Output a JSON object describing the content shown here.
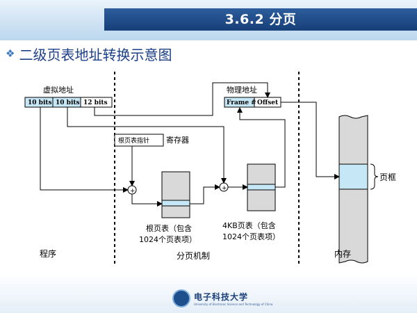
{
  "slide": {
    "title": "3.6.2 分页",
    "subtitle": "二级页表地址转换示意图"
  },
  "diagram": {
    "virtual_address_label": "虚拟地址",
    "virtual_fields": [
      "10 bits",
      "10 bits",
      "12 bits"
    ],
    "physical_address_label": "物理地址",
    "physical_fields": [
      "Frame #",
      "Offset"
    ],
    "root_pointer_label": "根页表指针",
    "register_label": "寄存器",
    "root_table_label_line1": "根页表（包含",
    "root_table_label_line2": "1024个页表项）",
    "page_table_label_line1": "4KB页表（包含",
    "page_table_label_line2": "1024个页表项）",
    "page_frame_label": "页框",
    "region_program": "程序",
    "region_paging": "分页机制",
    "region_memory": "内存"
  },
  "footer": {
    "university_cn": "电子科技大学",
    "university_en": "University of Electronic Science and Technology of China"
  },
  "colors": {
    "title_bar": "#1f4a86",
    "subtitle": "#1b3f86",
    "highlight": "#c6e8f6",
    "table_fill": "#d9d9d9"
  }
}
